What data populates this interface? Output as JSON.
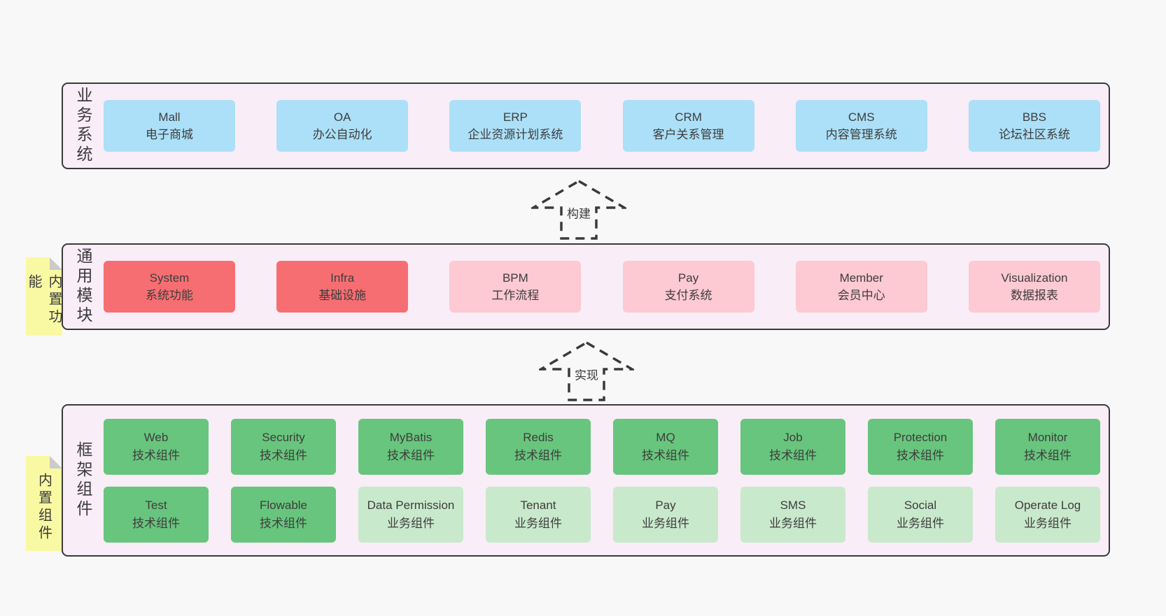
{
  "diagram": {
    "bands": [
      {
        "label": "业务系统",
        "boxes": [
          {
            "title": "Mall",
            "subtitle": "电子商城"
          },
          {
            "title": "OA",
            "subtitle": "办公自动化"
          },
          {
            "title": "ERP",
            "subtitle": "企业资源计划系统"
          },
          {
            "title": "CRM",
            "subtitle": "客户关系管理"
          },
          {
            "title": "CMS",
            "subtitle": "内容管理系统"
          },
          {
            "title": "BBS",
            "subtitle": "论坛社区系统"
          }
        ]
      },
      {
        "label": "通用模块",
        "note": "内置功能",
        "boxes": [
          {
            "title": "System",
            "subtitle": "系统功能"
          },
          {
            "title": "Infra",
            "subtitle": "基础设施"
          },
          {
            "title": "BPM",
            "subtitle": "工作流程"
          },
          {
            "title": "Pay",
            "subtitle": "支付系统"
          },
          {
            "title": "Member",
            "subtitle": "会员中心"
          },
          {
            "title": "Visualization",
            "subtitle": "数据报表"
          }
        ]
      },
      {
        "label": "框架组件",
        "note": "内置组件",
        "rows": [
          {
            "boxes": [
              {
                "title": "Web",
                "subtitle": "技术组件"
              },
              {
                "title": "Security",
                "subtitle": "技术组件"
              },
              {
                "title": "MyBatis",
                "subtitle": "技术组件"
              },
              {
                "title": "Redis",
                "subtitle": "技术组件"
              },
              {
                "title": "MQ",
                "subtitle": "技术组件"
              },
              {
                "title": "Job",
                "subtitle": "技术组件"
              },
              {
                "title": "Protection",
                "subtitle": "技术组件"
              },
              {
                "title": "Monitor",
                "subtitle": "技术组件"
              }
            ]
          },
          {
            "boxes": [
              {
                "title": "Test",
                "subtitle": "技术组件"
              },
              {
                "title": "Flowable",
                "subtitle": "技术组件"
              },
              {
                "title": "Data Permission",
                "subtitle": "业务组件"
              },
              {
                "title": "Tenant",
                "subtitle": "业务组件"
              },
              {
                "title": "Pay",
                "subtitle": "业务组件"
              },
              {
                "title": "SMS",
                "subtitle": "业务组件"
              },
              {
                "title": "Social",
                "subtitle": "业务组件"
              },
              {
                "title": "Operate Log",
                "subtitle": "业务组件"
              }
            ]
          }
        ]
      }
    ],
    "arrows": [
      {
        "label": "构建"
      },
      {
        "label": "实现"
      }
    ],
    "colors": {
      "page_bg": "#f8f8f8",
      "band_bg": "#f9edf7",
      "band_border": "#3a3a3a",
      "blue_box": "#ace0f8",
      "red_box": "#f76e72",
      "pink_box": "#fdc9d3",
      "green_box": "#68c57d",
      "light_green_box": "#c9e9cc",
      "sticky_note": "#faf9a3",
      "note_fold": "#cbcbcb",
      "text": "#3b3b3b"
    }
  }
}
